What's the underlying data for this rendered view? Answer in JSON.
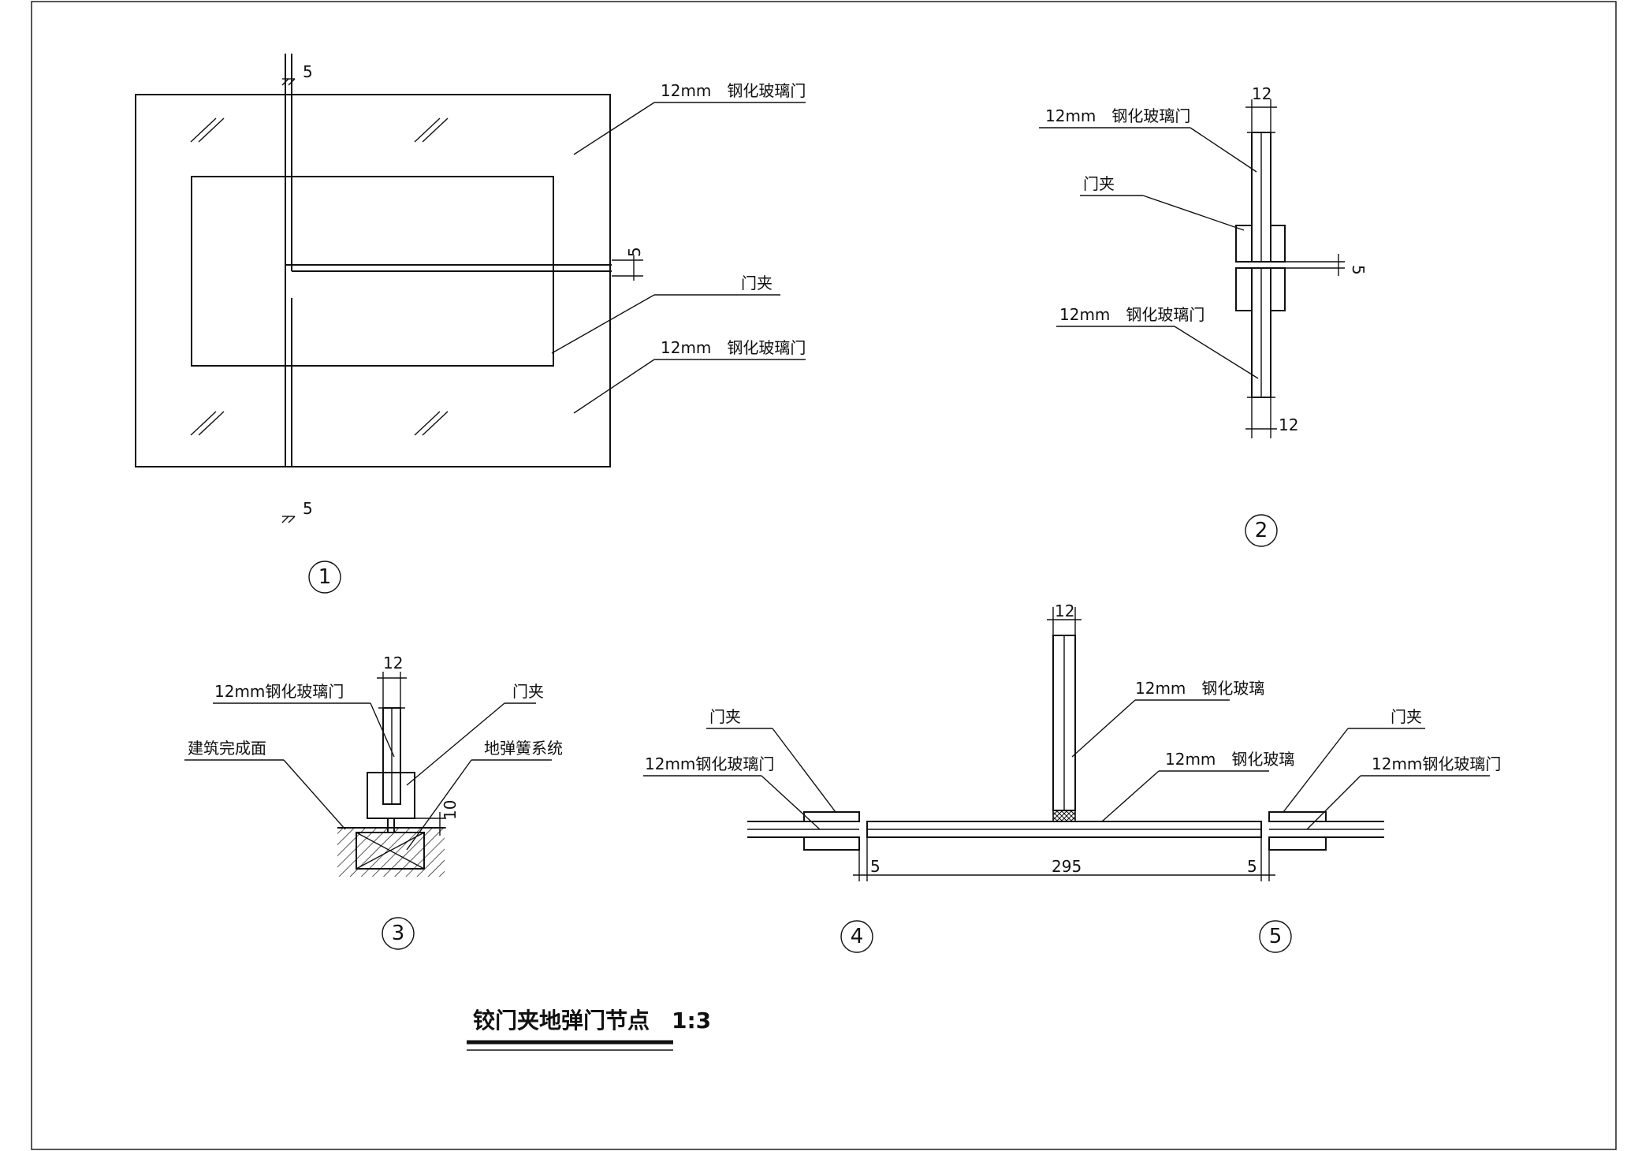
{
  "title": "铰门夹地弹门节点",
  "scale": "1:3",
  "details": {
    "d1": {
      "number": "1",
      "label_top": "12mm　钢化玻璃门",
      "label_clip": "门夹",
      "label_bottom": "12mm　钢化玻璃门",
      "dim_top": "5",
      "dim_right": "5",
      "dim_bottom": "5"
    },
    "d2": {
      "number": "2",
      "label_top": "12mm　钢化玻璃门",
      "label_clip": "门夹",
      "label_bottom": "12mm　钢化玻璃门",
      "dim_top": "12",
      "dim_gap": "5",
      "dim_bottom": "12"
    },
    "d3": {
      "number": "3",
      "label_glass": "12mm钢化玻璃门",
      "label_clip": "门夹",
      "label_floor": "建筑完成面",
      "label_spring": "地弹簧系统",
      "dim_top": "12",
      "dim_side": "10"
    },
    "d4": {
      "number": "4",
      "number_right": "5",
      "label_glass_vertical": "12mm　钢化玻璃",
      "label_glass_horizontal": "12mm　钢化玻璃",
      "label_clip_left": "门夹",
      "label_door_left": "12mm钢化玻璃门",
      "label_clip_right": "门夹",
      "label_door_right": "12mm钢化玻璃门",
      "dim_top": "12",
      "dim_left": "5",
      "dim_mid": "295",
      "dim_right": "5"
    }
  }
}
